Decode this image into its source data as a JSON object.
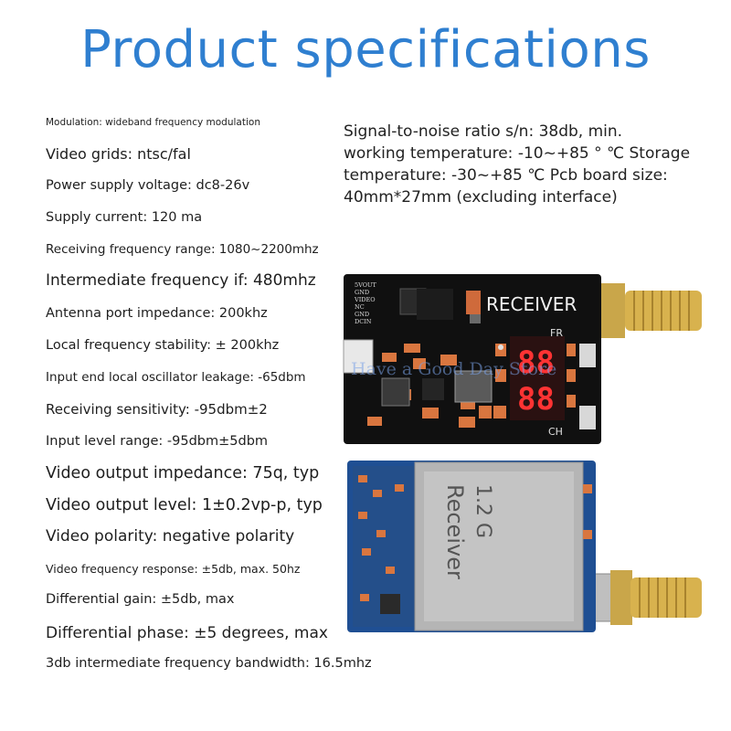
{
  "title": "Product specifications",
  "specs_left": [
    "Modulation: wideband frequency modulation",
    "Video grids: ntsc/fal",
    "Power supply voltage: dc8-26v",
    "Supply current: 120 ma",
    "Receiving frequency range: 1080~2200mhz",
    "Intermediate frequency if: 480mhz",
    "Antenna port impedance: 200khz",
    "Local frequency stability: ± 200khz",
    "Input end local oscillator leakage: -65dbm",
    "Receiving sensitivity: -95dbm±2",
    "Input level range: -95dbm±5dbm",
    "Video output impedance: 75q, typ",
    "Video output level: 1±0.2vp-p, typ",
    "Video polarity: negative polarity",
    "Video frequency response: ±5db, max. 50hz",
    "Differential gain: ±5db, max",
    "Differential phase: ±5 degrees, max",
    "3db intermediate frequency bandwidth: 16.5mhz"
  ],
  "specs_right": [
    "Signal-to-noise ratio s/n: 38db, min.",
    "working temperature: -10~+85 ° ℃   Storage",
    "temperature: -30~+85 ℃   Pcb board size:",
    "40mm*27mm (excluding interface)"
  ],
  "board_top": {
    "label": "RECEIVER",
    "display": "88",
    "fr": "FR",
    "ch": "CH",
    "pins": [
      "5VOUT",
      "GND",
      "VIDEO",
      "NC",
      "GND",
      "DCIN"
    ]
  },
  "board_bottom": {
    "shield_text_1": "1.2 G",
    "shield_text_2": "Receiver"
  },
  "watermark": "Have a Good Day Store",
  "icons": [
    "sma-antenna-connector-icon"
  ]
}
